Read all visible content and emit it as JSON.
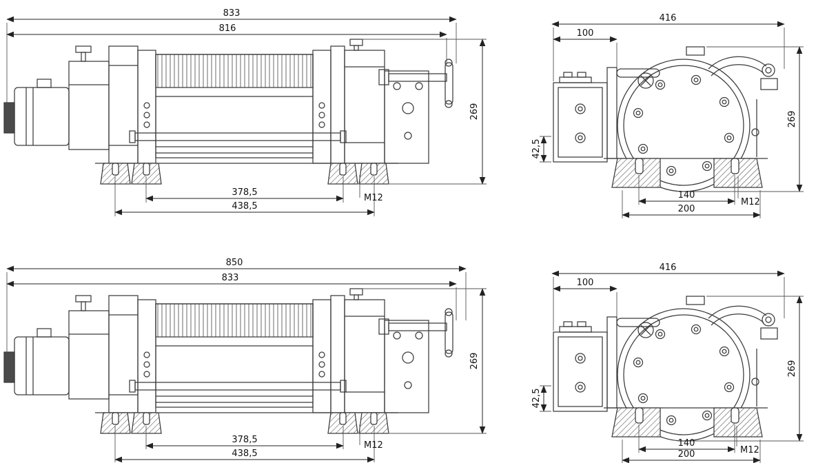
{
  "colors": {
    "ink": "#3a3a3a",
    "dim_ink": "#222222",
    "background": "#ffffff"
  },
  "views": {
    "side_top": {
      "dims": {
        "overall": "833",
        "body": "816",
        "height": "269",
        "feet_inner": "378,5",
        "feet_outer": "438,5",
        "thread": "M12"
      }
    },
    "end_top": {
      "dims": {
        "overall": "416",
        "bracket": "100",
        "foot": "42,5",
        "height": "269",
        "slots_inner": "140",
        "slots_outer": "200",
        "thread": "M12"
      }
    },
    "side_bottom": {
      "dims": {
        "overall": "850",
        "body": "833",
        "height": "269",
        "feet_inner": "378,5",
        "feet_outer": "438,5",
        "thread": "M12"
      }
    },
    "end_bottom": {
      "dims": {
        "overall": "416",
        "bracket": "100",
        "foot": "42,5",
        "height": "269",
        "slots_inner": "140",
        "slots_outer": "200",
        "thread": "M12"
      }
    }
  }
}
